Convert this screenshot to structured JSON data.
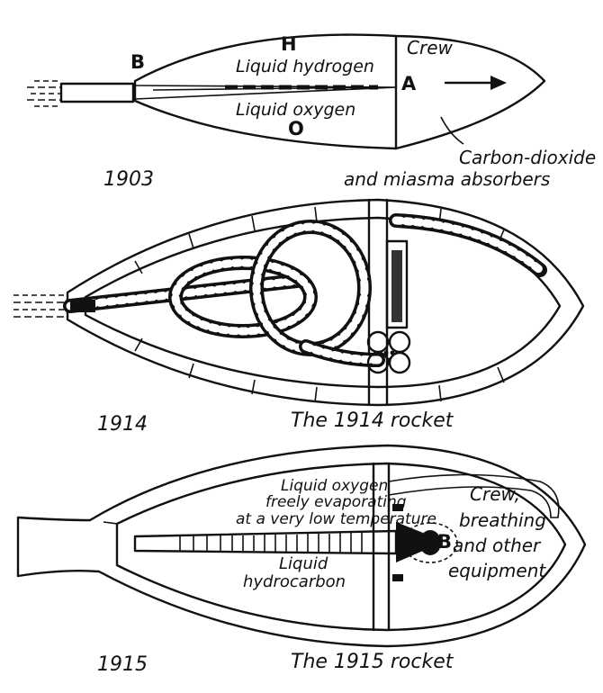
{
  "figure_1903": {
    "year": "1903",
    "letter_B": "B",
    "letter_H": "H",
    "letter_A": "A",
    "letter_O": "O",
    "liquid_hydrogen": "Liquid hydrogen",
    "liquid_oxygen": "Liquid oxygen",
    "crew": "Crew",
    "absorbers_line1": "Carbon-dioxide",
    "absorbers_line2": "and miasma absorbers"
  },
  "figure_1914": {
    "year": "1914",
    "caption": "The 1914 rocket"
  },
  "figure_1915": {
    "year": "1915",
    "caption": "The 1915 rocket",
    "oxygen_line1": "Liquid oxygen",
    "oxygen_line2": "freely evaporating",
    "oxygen_line3": "at a very low temperature",
    "hydrocarbon_line1": "Liquid",
    "hydrocarbon_line2": "hydrocarbon",
    "crew_line1": "Crew,",
    "crew_line2": "breathing",
    "crew_line3": "and other",
    "crew_line4": "equipment",
    "letter_B": "B"
  },
  "colors": {
    "ink": "#111111",
    "paper": "#ffffff"
  }
}
